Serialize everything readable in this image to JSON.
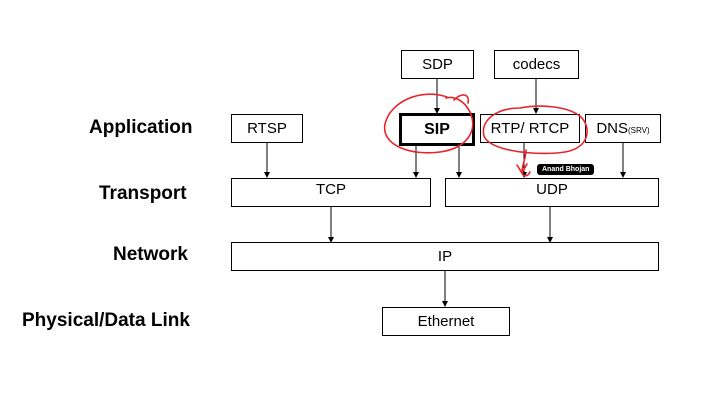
{
  "layers": {
    "application": "Application",
    "transport": "Transport",
    "network": "Network",
    "physical": "Physical/Data Link"
  },
  "boxes": {
    "sdp": "SDP",
    "codecs": "codecs",
    "rtsp": "RTSP",
    "sip": "SIP",
    "rtp_rtcp": "RTP/ RTCP",
    "dns": "DNS",
    "dns_sub": "(SRV)",
    "tcp": "TCP",
    "udp": "UDP",
    "ip": "IP",
    "ethernet": "Ethernet"
  },
  "presenter_badge": "Anand Bhojan",
  "colors": {
    "annotation": "#e8242c",
    "line": "#000000"
  }
}
